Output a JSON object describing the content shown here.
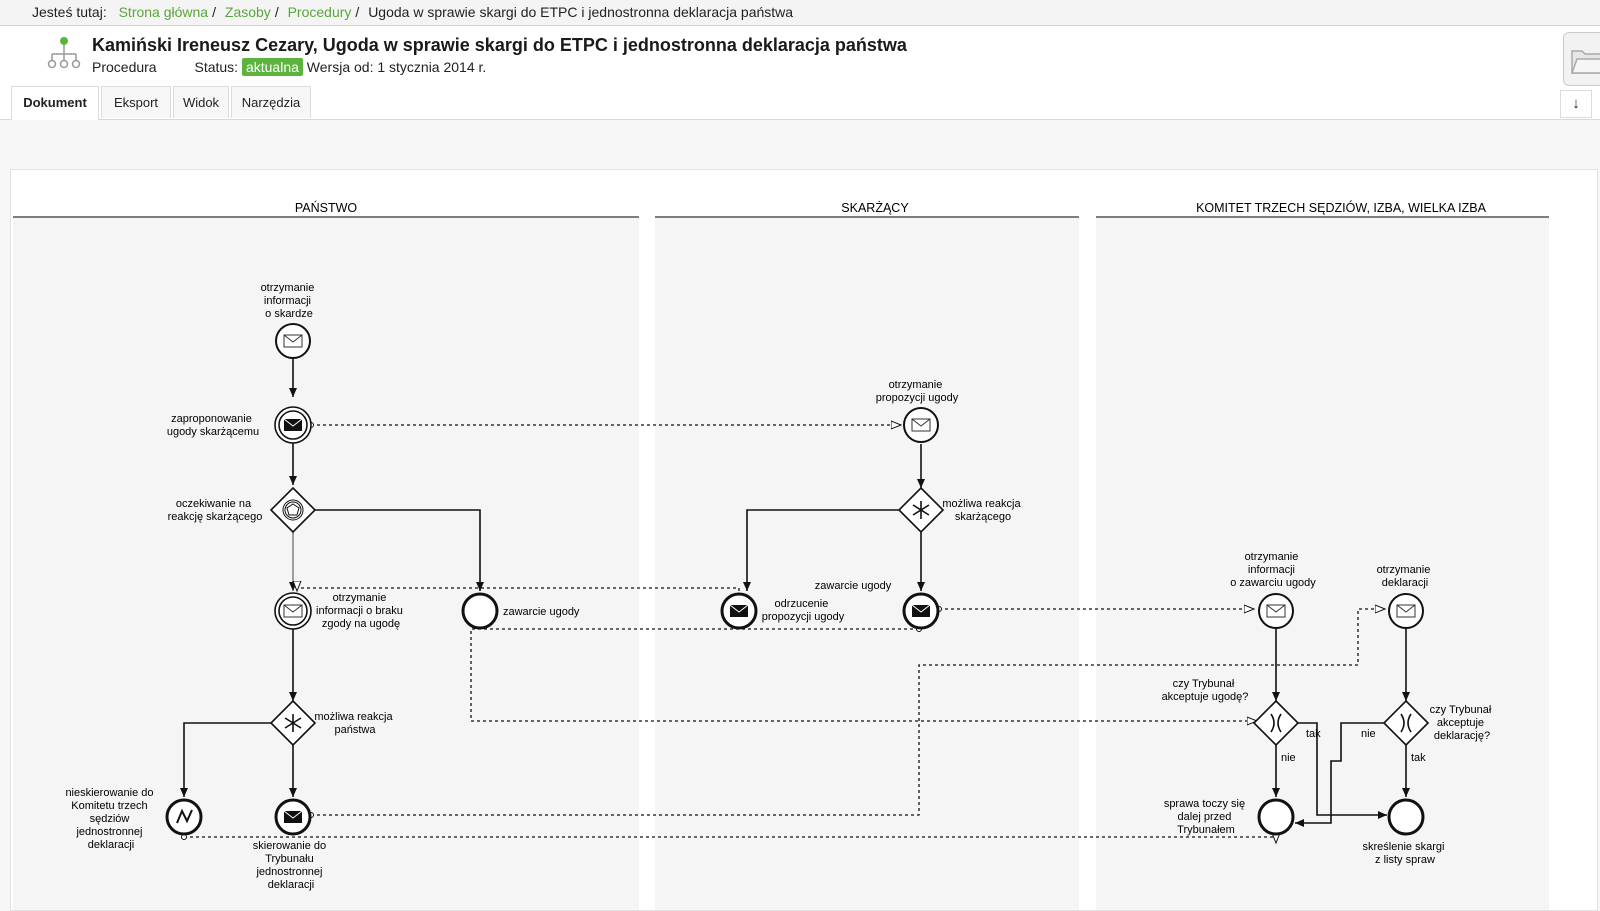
{
  "breadcrumb": {
    "prefix": "Jesteś tutaj:",
    "items": [
      "Strona główna",
      "Zasoby",
      "Procedury"
    ],
    "current": "Ugoda w sprawie skargi do ETPC i jednostronna deklaracja państwa"
  },
  "header": {
    "title": "Kamiński Ireneusz Cezary, Ugoda w sprawie skargi do ETPC i jednostronna deklaracja państwa",
    "type": "Procedura",
    "status_label": "Status:",
    "status": "aktualna",
    "version": "Wersja od: 1 stycznia 2014 r."
  },
  "tabs": [
    "Dokument",
    "Eksport",
    "Widok",
    "Narzędzia"
  ],
  "colors": {
    "accent": "#5cb43f",
    "link": "#5aa63c"
  },
  "icons": {
    "folder": "folder-icon",
    "download": "arrow-down-icon",
    "logo": "hierarchy-icon"
  },
  "diagram": {
    "lanes": [
      "PAŃSTWO",
      "SKARŻĄCY",
      "KOMITET TRZECH SĘDZIÓW, IZBA, WIELKA IZBA"
    ],
    "labels": {
      "n1": [
        "otrzymanie",
        "informacji",
        "o skardze"
      ],
      "n2": [
        "zaproponowanie",
        "ugody skarżącemu"
      ],
      "n3": [
        "oczekiwanie na",
        "reakcję skarżącego"
      ],
      "n4": [
        "otrzymanie",
        "informacji o braku",
        "zgody na ugodę"
      ],
      "n5": [
        "zawarcie ugody"
      ],
      "n6": [
        "możliwa reakcja",
        "państwa"
      ],
      "n7": [
        "nieskierowanie do",
        "Komitetu trzech",
        "sędziów",
        "jednostronnej",
        "deklaracji"
      ],
      "n8": [
        "skierowanie do",
        "Trybunału",
        "jednostronnej",
        "deklaracji"
      ],
      "s1": [
        "otrzymanie",
        "propozycji ugody"
      ],
      "s2": [
        "możliwa reakcja",
        "skarżącego"
      ],
      "s3": [
        "odrzucenie",
        "propozycji ugody"
      ],
      "s4": [
        "zawarcie ugody"
      ],
      "k1": [
        "otrzymanie",
        "informacji",
        "o zawarciu ugody"
      ],
      "k2": [
        "otrzymanie",
        "deklaracji"
      ],
      "k3": [
        "czy Trybunał",
        "akceptuje ugodę?"
      ],
      "k4": [
        "czy Trybunał",
        "akceptuje",
        "deklarację?"
      ],
      "k5": [
        "sprawa toczy się",
        "dalej przed",
        "Trybunałem"
      ],
      "k6": [
        "skreślenie skargi",
        "z listy spraw"
      ]
    },
    "flow_labels": {
      "tak": "tak",
      "nie": "nie"
    }
  }
}
